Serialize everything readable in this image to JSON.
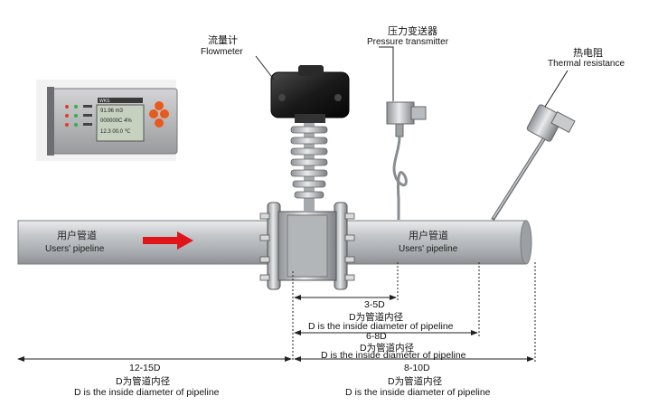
{
  "labels": {
    "flowmeter_cn": "流量计",
    "flowmeter_en": "Flowmeter",
    "pressure_cn": "压力变送器",
    "pressure_en": "Pressure transmitter",
    "thermal_cn": "热电阻",
    "thermal_en": "Thermal resistance",
    "pipe_left_cn": "用户管道",
    "pipe_left_en": "Users' pipeline",
    "pipe_right_cn": "用户管道",
    "pipe_right_en": "Users' pipeline"
  },
  "display": {
    "brand": "WKS",
    "line1": "91.96 m3",
    "line2": "000000C 4%",
    "line3": "12.3  00.0 ℃"
  },
  "dimensions": [
    {
      "range": "3-5D",
      "cn": "D为管道内径",
      "en": "D is the inside diameter of pipeline"
    },
    {
      "range": "6-8D",
      "cn": "D为管道内径",
      "en": "D is the inside diameter of pipeline"
    },
    {
      "range": "8-10D",
      "cn": "D为管道内径",
      "en": "D is the inside diameter of pipeline"
    },
    {
      "range": "12-15D",
      "cn": "D为管道内径",
      "en": "D is the inside diameter of pipeline"
    }
  ],
  "colors": {
    "pipe": "#b9bcbf",
    "flow_arrow": "#e0141b",
    "dimension_line": "#222222",
    "meter_head": "#1c1c1c"
  }
}
